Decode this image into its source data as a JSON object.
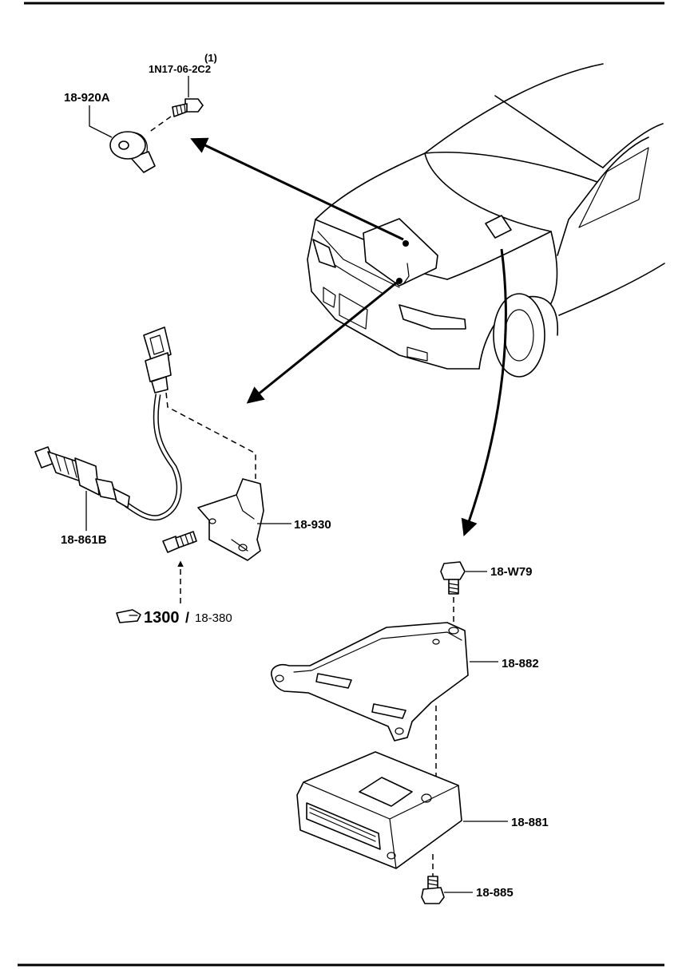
{
  "labels": {
    "knock_sensor": "18-920A",
    "knock_bolt_ref": "1N17-06-2C2",
    "knock_bolt_qty": "(1)",
    "o2_bracket": "18-930",
    "o2_sensor": "18-861B",
    "ref_main": "1300",
    "ref_sep": "/",
    "ref_sub": "18-380",
    "bolt_top": "18-W79",
    "ecu_bracket": "18-882",
    "ecu_unit": "18-881",
    "bolt_bottom": "18-885"
  },
  "icons": {
    "ref_hand": "pointing-hand-icon"
  }
}
